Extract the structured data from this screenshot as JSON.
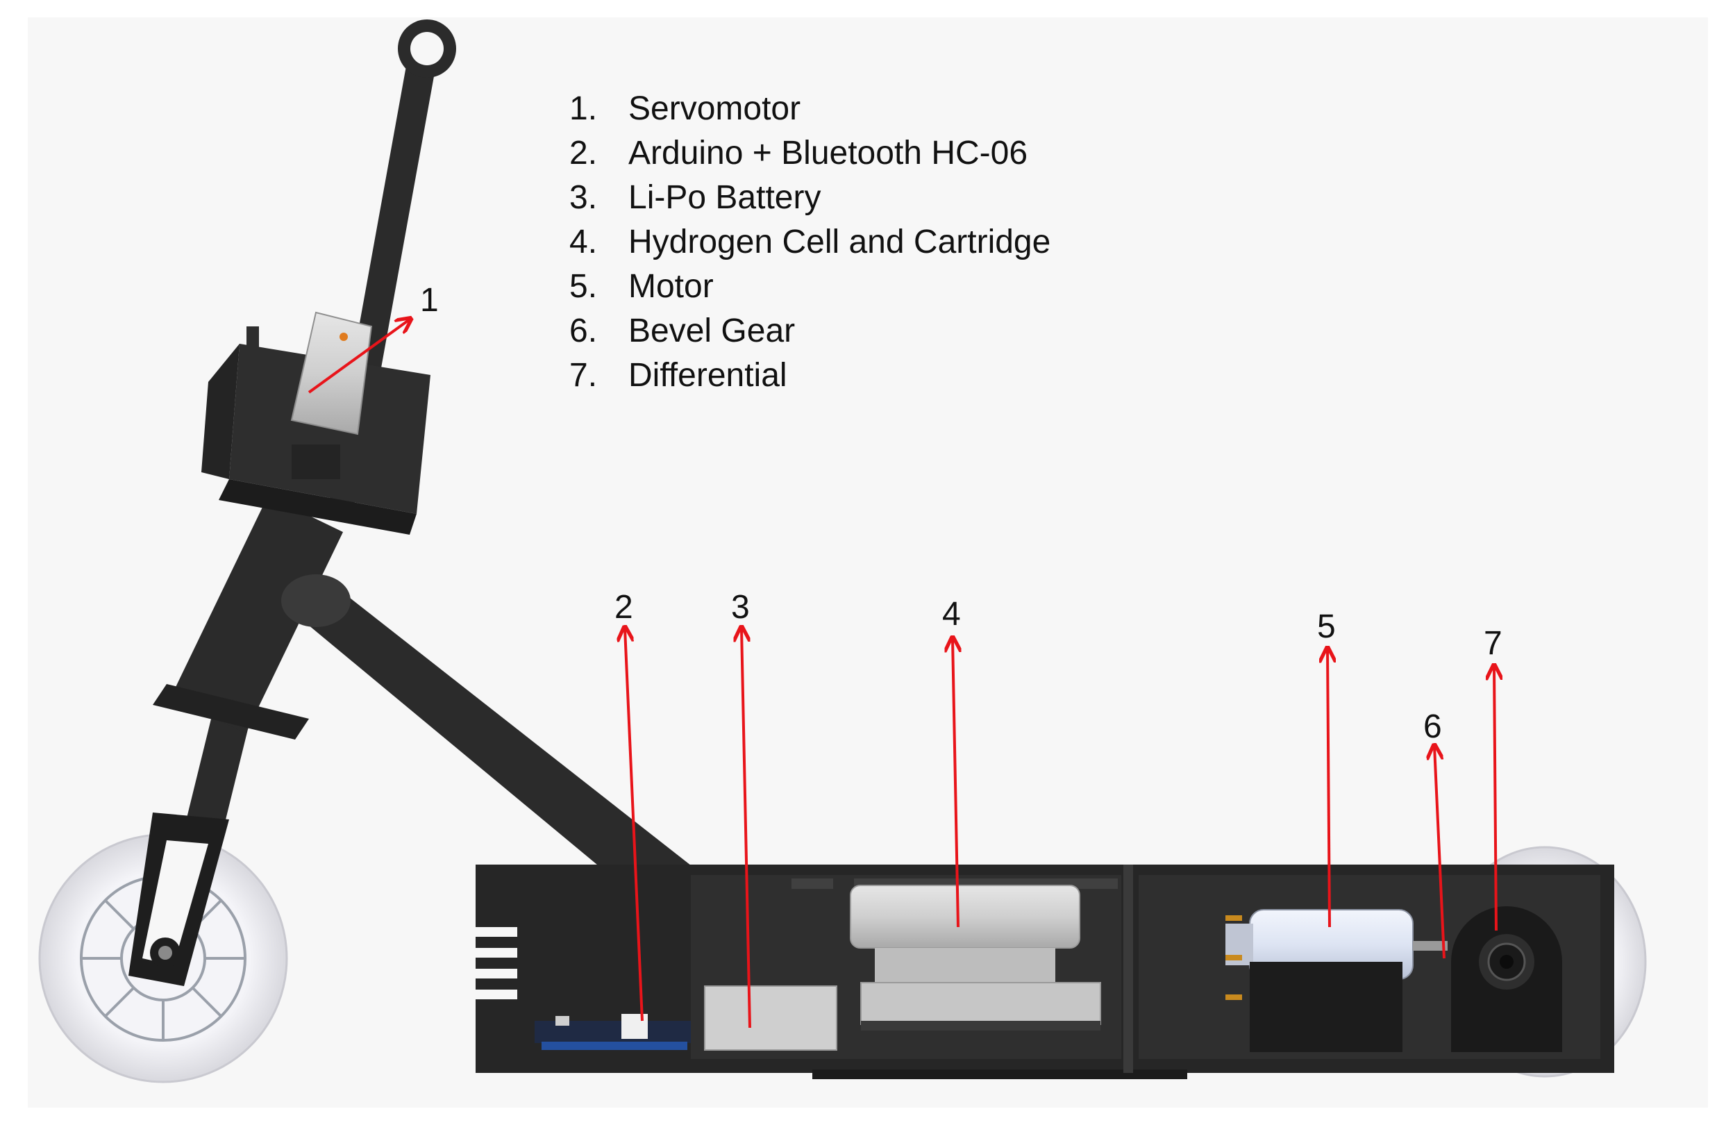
{
  "legend": [
    {
      "number": "1.",
      "label": "Servomotor"
    },
    {
      "number": "2.",
      "label": "Arduino + Bluetooth HC-06"
    },
    {
      "number": "3.",
      "label": "Li-Po Battery"
    },
    {
      "number": "4.",
      "label": "Hydrogen Cell and Cartridge"
    },
    {
      "number": "5.",
      "label": "Motor"
    },
    {
      "number": "6.",
      "label": "Bevel Gear"
    },
    {
      "number": "7.",
      "label": "Differential"
    }
  ],
  "callouts": [
    "1",
    "2",
    "3",
    "4",
    "5",
    "6",
    "7"
  ],
  "colors": {
    "background": "#f7f7f7",
    "body": "#2b2b2b",
    "body_dark": "#1a1a1a",
    "wheel": "#ececf0",
    "component_gray": "#c8c8c8",
    "motor_blue": "#dfe6f5",
    "arrow": "#e8141a"
  }
}
